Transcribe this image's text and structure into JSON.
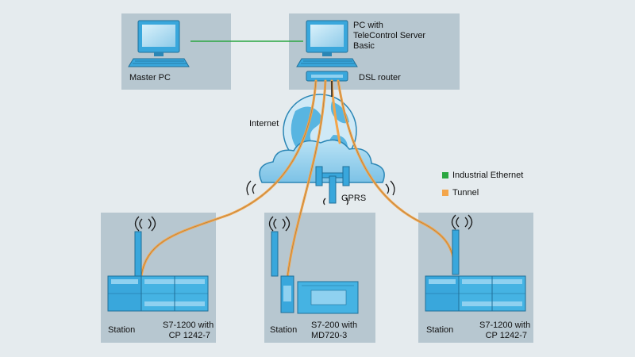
{
  "nodes": {
    "master_pc": {
      "label": "Master PC"
    },
    "server_pc": {
      "label_lines": [
        "PC with",
        "TeleControl Server",
        "Basic"
      ]
    },
    "router": {
      "label": "DSL router"
    },
    "internet": {
      "label": "Internet"
    },
    "gprs": {
      "label": "GPRS"
    },
    "station_left": {
      "station": "Station",
      "device_lines": [
        "S7-1200 with",
        "CP 1242-7"
      ]
    },
    "station_mid": {
      "station": "Station",
      "device_lines": [
        "S7-200 with",
        "MD720-3"
      ]
    },
    "station_right": {
      "station": "Station",
      "device_lines": [
        "S7-1200 with",
        "CP 1242-7"
      ]
    }
  },
  "legend": [
    {
      "label": "Industrial Ethernet",
      "color": "#2aa640"
    },
    {
      "label": "Tunnel",
      "color": "#f3a54a"
    }
  ],
  "colors": {
    "background": "#e5ebee",
    "panel": "#b7c7d0",
    "device": "#39a7dc",
    "device_light": "#8fd1f0",
    "ethernet": "#2aa640",
    "tunnel": "#f3a54a"
  }
}
